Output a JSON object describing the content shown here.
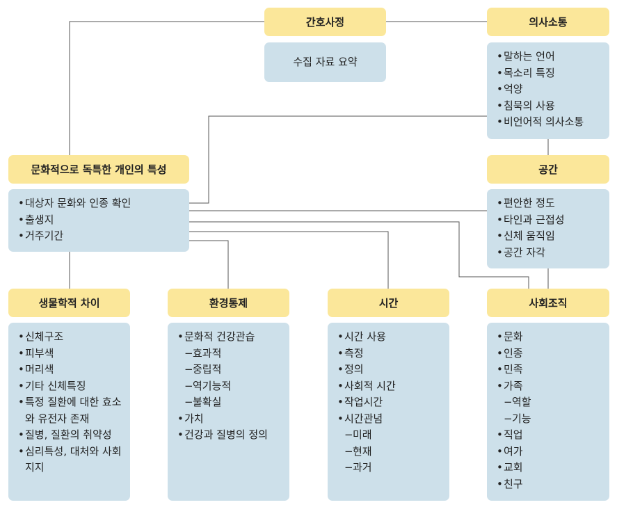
{
  "nursing_assessment": {
    "title": "간호사정",
    "content": "수집 자료 요약"
  },
  "communication": {
    "title": "의사소통",
    "items": [
      "말하는 언어",
      "목소리 특징",
      "억양",
      "침묵의 사용",
      "비언어적 의사소통"
    ]
  },
  "cultural_unique": {
    "title": "문화적으로 독특한 개인의 특성",
    "items": [
      "대상자 문화와 인종 확인",
      "출생지",
      "거주기간"
    ]
  },
  "space": {
    "title": "공간",
    "items": [
      "편안한 정도",
      "타인과 근접성",
      "신체 움직임",
      "공간 자각"
    ]
  },
  "biological": {
    "title": "생물학적 차이",
    "items": [
      "신체구조",
      "피부색",
      "머리색",
      "기타 신체특징",
      "특정 질환에 대한 효소와 유전자 존재",
      "질병, 질환의 취약성",
      "심리특성, 대처와 사회지지"
    ]
  },
  "environment": {
    "title": "환경통제",
    "items": [
      "문화적 건강관습",
      "효과적",
      "중립적",
      "역기능적",
      "불확실",
      "가치",
      "건강과 질병의 정의"
    ]
  },
  "time": {
    "title": "시간",
    "items": [
      "시간 사용",
      "측정",
      "정의",
      "사회적 시간",
      "작업시간",
      "시간관념",
      "미래",
      "현재",
      "과거"
    ]
  },
  "social": {
    "title": "사회조직",
    "items": [
      "문화",
      "인종",
      "민족",
      "가족",
      "역할",
      "기능",
      "직업",
      "여가",
      "교회",
      "친구"
    ]
  }
}
